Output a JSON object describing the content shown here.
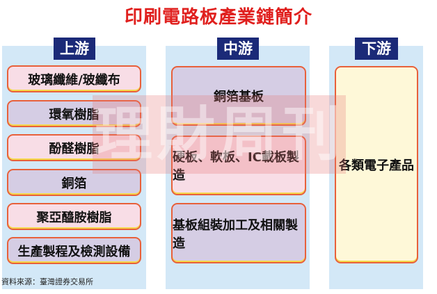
{
  "title": "印刷電路板產業鏈簡介",
  "columns": [
    {
      "header": "上游",
      "items": [
        "玻璃纖維/玻纖布",
        "環氧樹脂",
        "酚醛樹脂",
        "銅箔",
        "聚亞醯胺樹脂",
        "生產製程及檢測設備"
      ]
    },
    {
      "header": "中游",
      "items": [
        "銅箔基板",
        "硬板、軟板、IC載板製造",
        "基板組裝加工及相關製造"
      ]
    },
    {
      "header": "下游",
      "items": [
        "各類電子產品"
      ]
    }
  ],
  "watermark": "理財周刊",
  "source": "資料來源：臺灣證券交易所",
  "colors": {
    "title": "#e0201e",
    "header": "#1b2a78",
    "panel": "#d3e8f7",
    "pink": "#f8dde6",
    "lavender": "#d5cde4",
    "yellow": "#fef8d8",
    "border": "#e8603a"
  }
}
